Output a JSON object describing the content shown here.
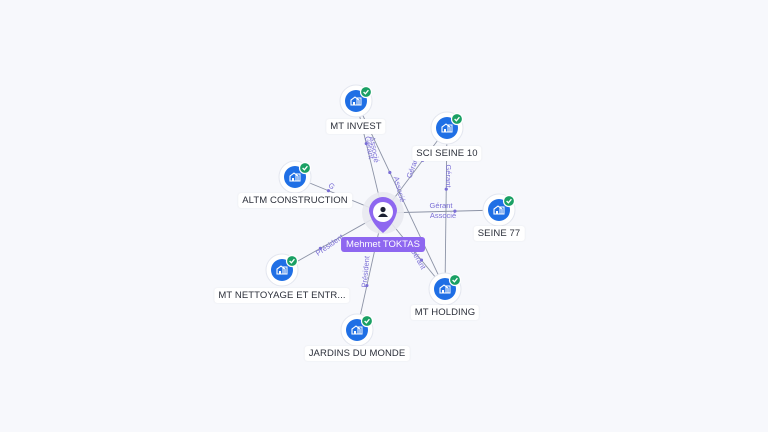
{
  "person": {
    "name": "Mehmet TOKTAS",
    "icon": "user-icon",
    "pin_color": "#8e67f0"
  },
  "companies": [
    {
      "id": "mt-invest",
      "label": "MT INVEST",
      "icon": "building-icon",
      "status": "verified-check"
    },
    {
      "id": "sci-seine-10",
      "label": "SCI SEINE 10",
      "icon": "building-icon",
      "status": "verified-check"
    },
    {
      "id": "altm-construction",
      "label": "ALTM CONSTRUCTION",
      "icon": "building-icon",
      "status": "verified-check"
    },
    {
      "id": "seine-77",
      "label": "SEINE 77",
      "icon": "building-icon",
      "status": "verified-check"
    },
    {
      "id": "mt-nettoyage",
      "label": "MT NETTOYAGE ET ENTR...",
      "icon": "building-icon",
      "status": "verified-check"
    },
    {
      "id": "mt-holding",
      "label": "MT HOLDING",
      "icon": "building-icon",
      "status": "verified-check"
    },
    {
      "id": "jardins-du-monde",
      "label": "JARDINS DU MONDE",
      "icon": "building-icon",
      "status": "verified-check"
    }
  ],
  "edges": [
    {
      "from": "person",
      "to": "mt-invest",
      "labels": [
        "Gérant",
        "Associé"
      ]
    },
    {
      "from": "mt-holding",
      "to": "mt-invest",
      "labels": [
        "Associé"
      ]
    },
    {
      "from": "person",
      "to": "sci-seine-10",
      "labels": [
        "Gérant"
      ]
    },
    {
      "from": "mt-holding",
      "to": "sci-seine-10",
      "labels": [
        "Gérant"
      ]
    },
    {
      "from": "person",
      "to": "altm-construction",
      "labels": [
        "G"
      ]
    },
    {
      "from": "person",
      "to": "seine-77",
      "labels": [
        "Gérant",
        "Associé"
      ]
    },
    {
      "from": "person",
      "to": "mt-nettoyage",
      "labels": [
        "Président"
      ]
    },
    {
      "from": "person",
      "to": "mt-holding",
      "labels": [
        "Gérant"
      ]
    },
    {
      "from": "person",
      "to": "jardins-du-monde",
      "labels": [
        "Président"
      ]
    }
  ],
  "colors": {
    "background": "#f7f8fc",
    "node_blue": "#1f6fe5",
    "check_green": "#1aa064",
    "edge_line": "#8c93a6",
    "edge_label": "#7b6fd6",
    "person_purple": "#8e67f0"
  }
}
